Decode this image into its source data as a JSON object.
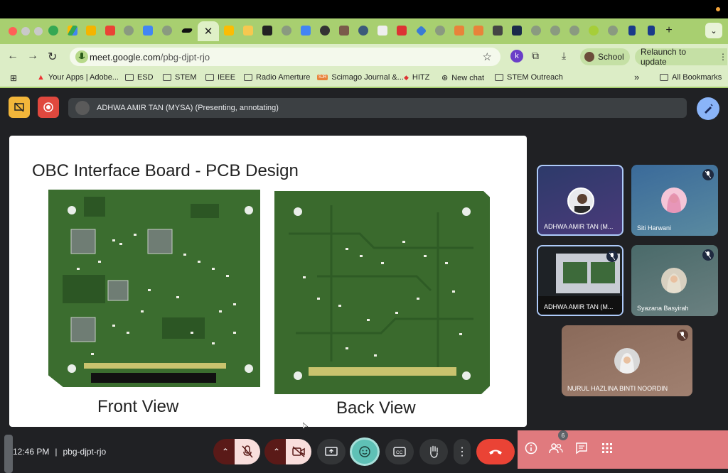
{
  "browser": {
    "url_host": "meet.google.com",
    "url_path": "/pbg-djpt-rjo",
    "profile_label": "School",
    "relaunch_label": "Relaunch to update",
    "extension_badge": "k",
    "close_tab_symbol": "✕",
    "new_tab_symbol": "+"
  },
  "bookmarks": [
    {
      "label": "Your Apps | Adobe...",
      "icon": "adobe-icon"
    },
    {
      "label": "ESD",
      "icon": "folder-icon"
    },
    {
      "label": "STEM",
      "icon": "folder-icon"
    },
    {
      "label": "IEEE",
      "icon": "folder-icon"
    },
    {
      "label": "Radio Amerture",
      "icon": "folder-icon"
    },
    {
      "label": "Scimago Journal &...",
      "icon": "sjr-icon",
      "badge": "SJR"
    },
    {
      "label": "HITZ",
      "icon": "hitz-icon"
    },
    {
      "label": "New chat",
      "icon": "chat-icon"
    },
    {
      "label": "STEM Outreach",
      "icon": "folder-icon"
    }
  ],
  "all_bookmarks": "All Bookmarks",
  "overflow": "»",
  "meet": {
    "presenter_bar": "ADHWA AMIR TAN (MYSA) (Presenting, annotating)",
    "slide": {
      "title": "OBC Interface Board - PCB Design",
      "front_caption": "Front View",
      "back_caption": "Back View"
    },
    "participants": [
      {
        "name": "ADHWA AMIR TAN (M...",
        "muted": false,
        "highlight": true
      },
      {
        "name": "Siti Harwani",
        "muted": true,
        "highlight": false
      },
      {
        "name": "ADHWA AMIR TAN (M...",
        "muted": true,
        "highlight": true
      },
      {
        "name": "Syazana Basyirah",
        "muted": true,
        "highlight": false
      },
      {
        "name": "NURUL HAZLINA BINTI NOORDIN",
        "muted": true,
        "highlight": false
      }
    ],
    "clock": "12:46 PM",
    "meeting_code": "pbg-djpt-rjo",
    "people_count": "6"
  },
  "colors": {
    "meet_bg": "#202124",
    "tab_bar": "#a8cf70",
    "end_call": "#ea4335",
    "reaction_active": "#5fc1b6",
    "panel_pink": "#e07a7e"
  }
}
